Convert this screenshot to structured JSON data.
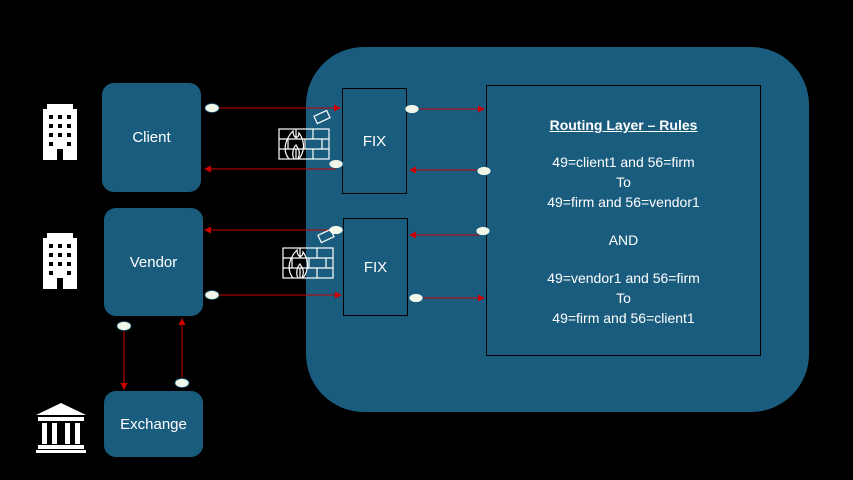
{
  "nodes": {
    "client": "Client",
    "vendor": "Vendor",
    "exchange": "Exchange",
    "fix_top": "FIX",
    "fix_bottom": "FIX"
  },
  "rules": {
    "title": "Routing Layer – Rules",
    "lines": [
      "49=client1 and 56=firm",
      "To",
      "49=firm and 56=vendor1",
      "AND",
      "49=vendor1 and 56=firm",
      "To",
      "49=firm and 56=client1"
    ]
  },
  "icons": {
    "client_icon": "office-building-icon",
    "vendor_icon": "office-building-icon",
    "exchange_icon": "bank-icon",
    "firewall_icon": "firewall-icon"
  },
  "colors": {
    "background": "#000000",
    "box_fill": "#1a5c7e",
    "arrow": "#cc0000",
    "connector": "#f0f7e8",
    "text": "#ffffff"
  }
}
